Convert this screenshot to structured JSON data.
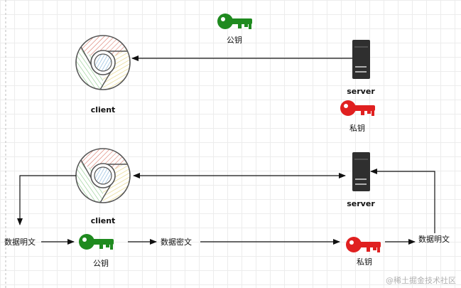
{
  "top": {
    "public_key_label": "公钥",
    "client_label": "client",
    "server_label": "server",
    "private_key_label": "私钥"
  },
  "bottom": {
    "client_label": "client",
    "server_label": "server",
    "plaintext_left": "数据明文",
    "public_key_label": "公钥",
    "ciphertext": "数据密文",
    "private_key_label": "私钥",
    "plaintext_right": "数据明文"
  },
  "watermark": "@稀土掘金技术社区",
  "colors": {
    "public_key": "#1f8a1f",
    "private_key": "#e02020",
    "server": "#2f2f2f",
    "arrow": "#111111"
  },
  "icons": [
    "chrome-browser-icon",
    "server-icon",
    "key-icon"
  ]
}
